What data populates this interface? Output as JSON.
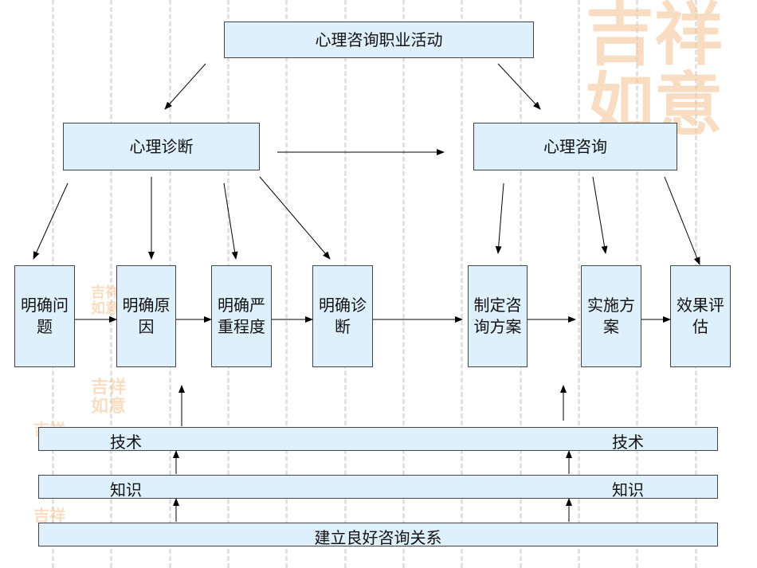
{
  "watermark": "吉祥如意",
  "colors": {
    "box_fill": "#dff0fd",
    "border": "#444444",
    "watermark": "#f6c89a"
  },
  "top": "心理咨询职业活动",
  "diagnosis": {
    "title": "心理诊断",
    "steps": [
      "明确问题",
      "明确原因",
      "明确严重程度",
      "明确诊断"
    ]
  },
  "counseling": {
    "title": "心理咨询",
    "steps": [
      "制定咨询方案",
      "实施方案",
      "效果评估"
    ]
  },
  "foundation": {
    "skill_left": "技术",
    "skill_right": "技术",
    "knowledge_left": "知识",
    "knowledge_right": "知识",
    "relationship": "建立良好咨询关系"
  }
}
